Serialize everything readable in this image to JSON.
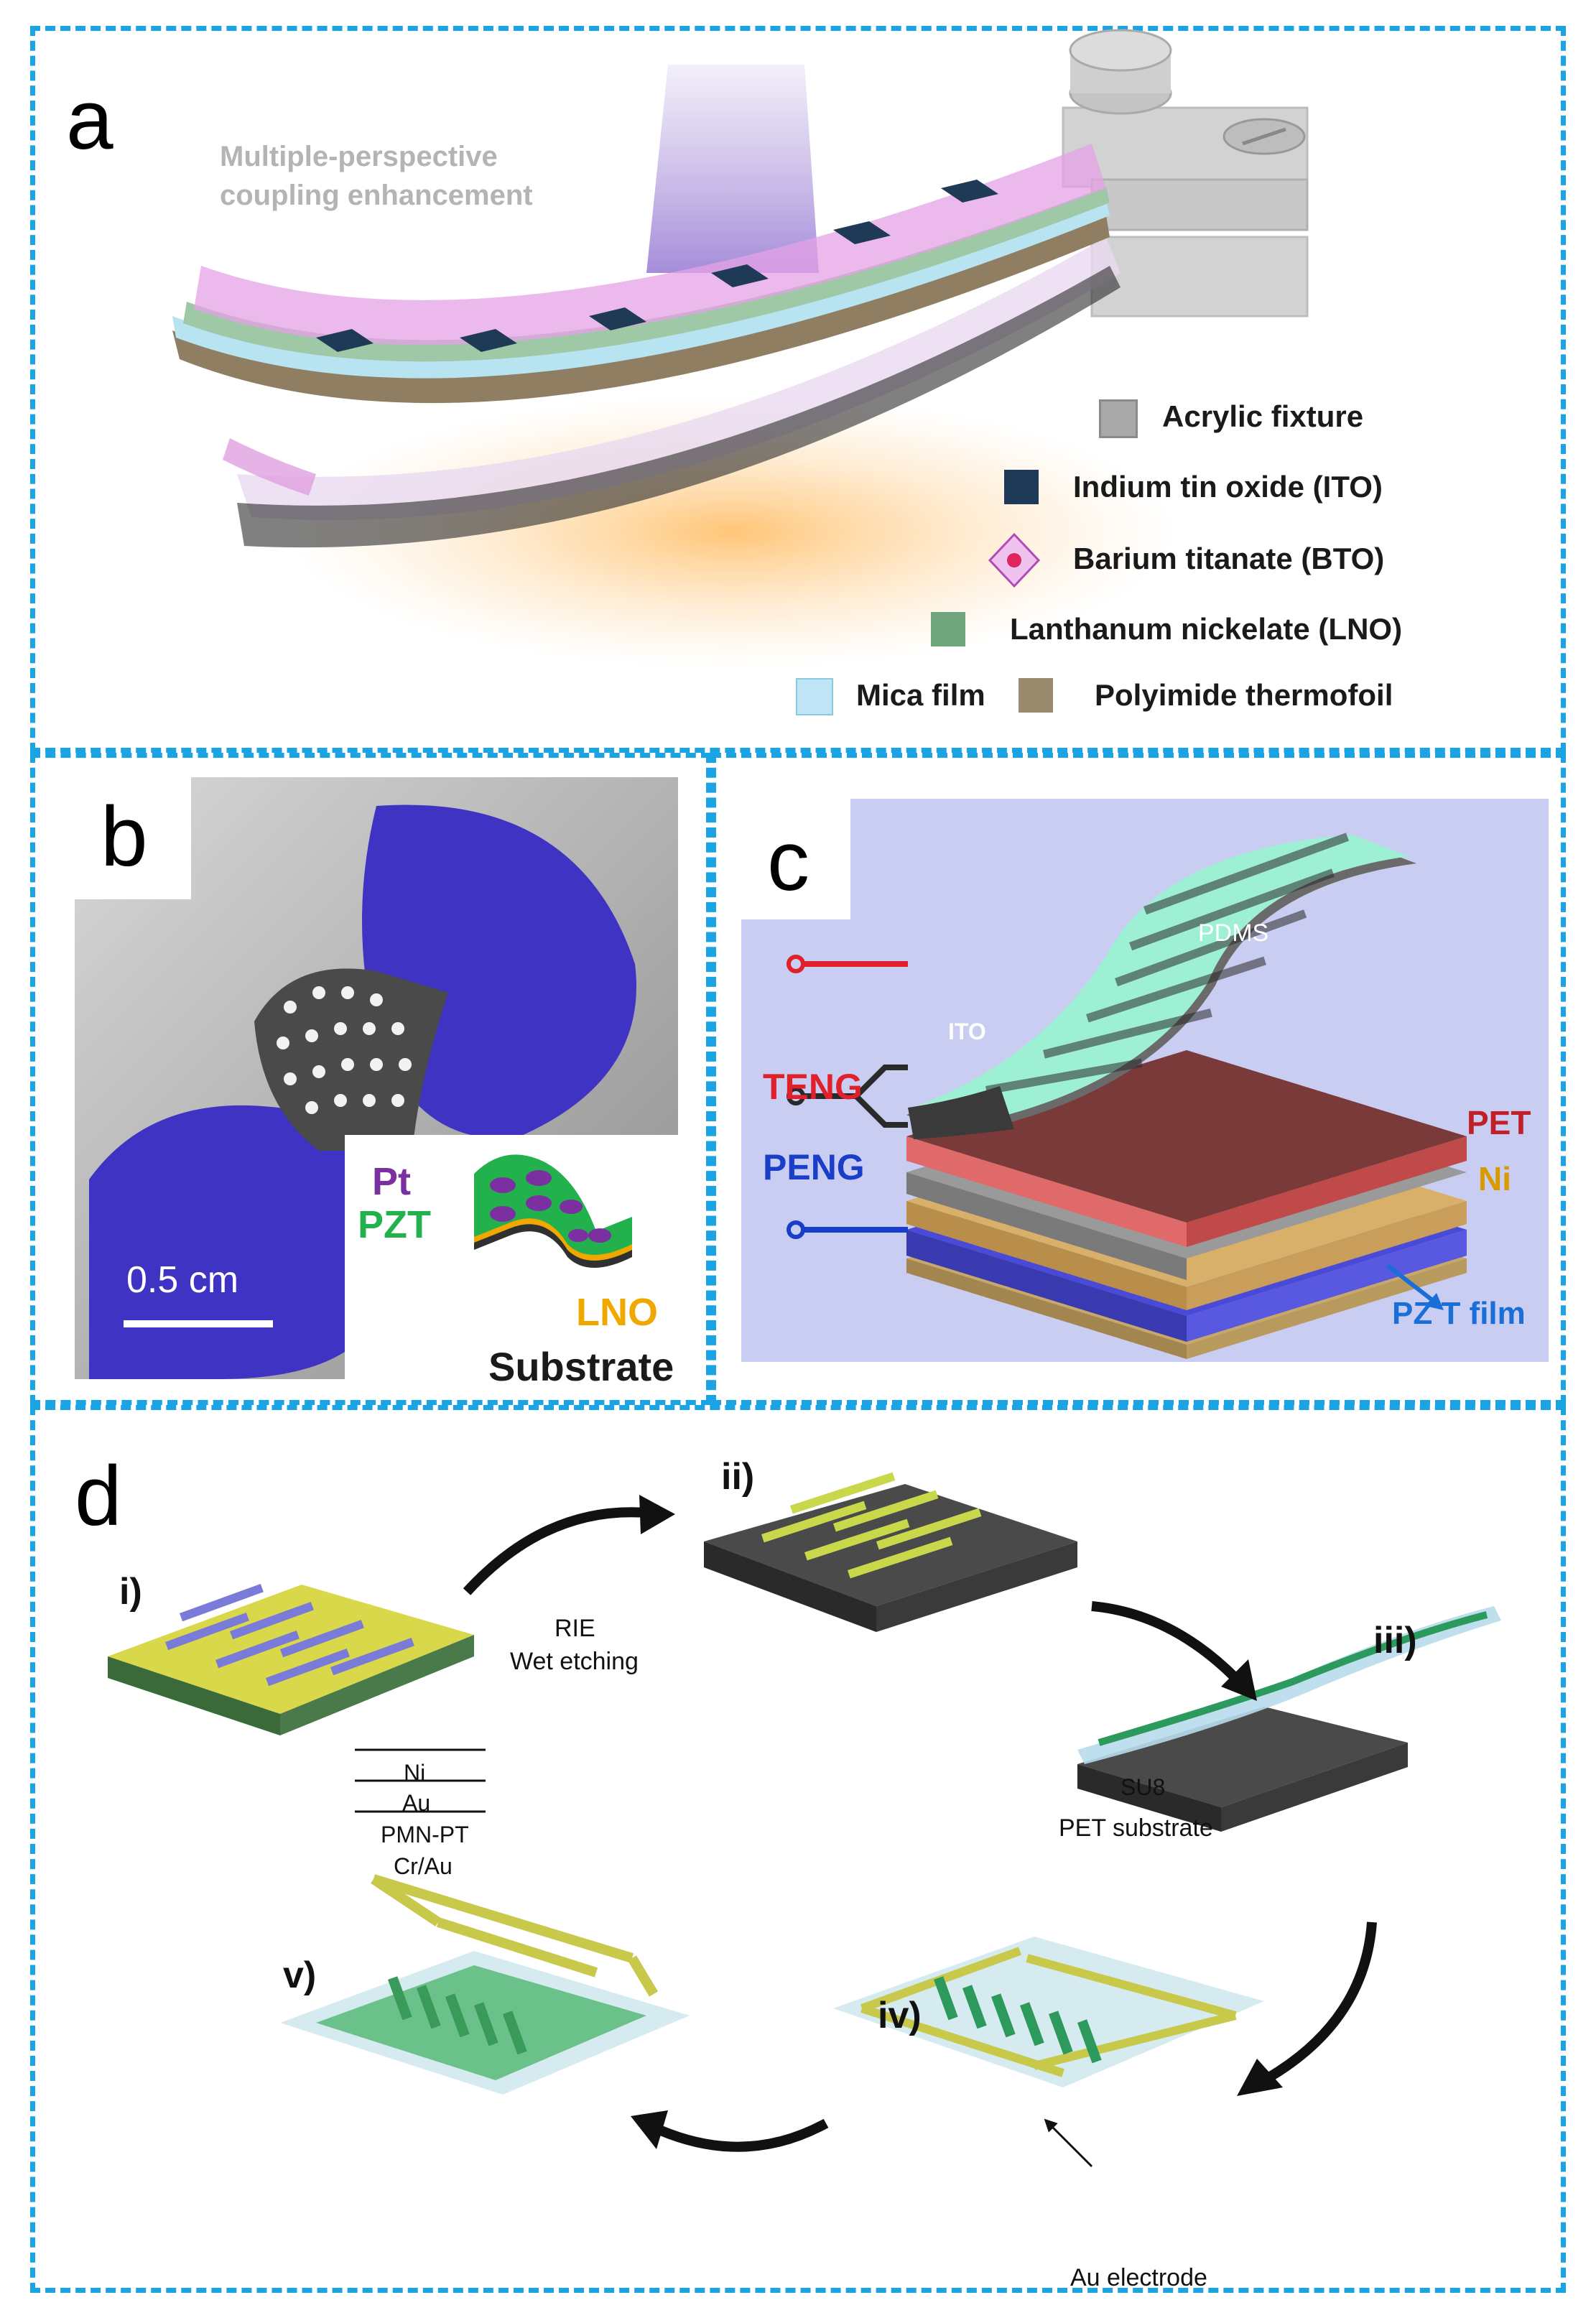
{
  "panel_a": {
    "letter": "a",
    "heading_line1": "Multiple-perspective",
    "heading_line2": "coupling enhancement",
    "legend": {
      "acrylic": "Acrylic fixture",
      "ito": "Indium tin oxide (ITO)",
      "bto": "Barium titanate (BTO)",
      "lno": "Lanthanum nickelate (LNO)",
      "mica": "Mica film",
      "polyimide": "Polyimide thermofoil"
    },
    "colors": {
      "acrylic": "#9a9a9a",
      "ito": "#1f3a56",
      "bto": "#d36ad6",
      "lno": "#6fa67e",
      "mica": "#bfe4f5",
      "polyimide": "#9a8a6e"
    }
  },
  "panel_b": {
    "letter": "b",
    "scale_bar": "0.5 cm",
    "inset": {
      "pt": "Pt",
      "pzt": "PZT",
      "lno": "LNO",
      "substrate": "Substrate"
    },
    "colors": {
      "pt": "#7b2fa1",
      "pzt": "#22b14c",
      "lno": "#f0a800"
    }
  },
  "panel_c": {
    "letter": "c",
    "labels": {
      "pdms": "PDMS",
      "ito": "ITO",
      "teng": "TENG",
      "peng": "PENG",
      "pet": "PET",
      "ni": "Ni",
      "pzt_film": "PZ T film"
    },
    "colors": {
      "teng": "#e0202a",
      "peng": "#1a3ec8",
      "pet": "#c0202a",
      "ni": "#d99a00",
      "pzt_film": "#1a6ed8"
    }
  },
  "panel_d": {
    "letter": "d",
    "steps": {
      "i": "i)",
      "ii": "ii)",
      "iii": "iii)",
      "iv": "iv)",
      "v": "v)"
    },
    "arrow1_line1": "RIE",
    "arrow1_line2": "Wet etching",
    "layers": [
      "Ni",
      "Au",
      "PMN-PT",
      "Cr/Au"
    ],
    "su8": "SU8",
    "pet_substrate": "PET substrate",
    "au_electrode": "Au electrode"
  }
}
